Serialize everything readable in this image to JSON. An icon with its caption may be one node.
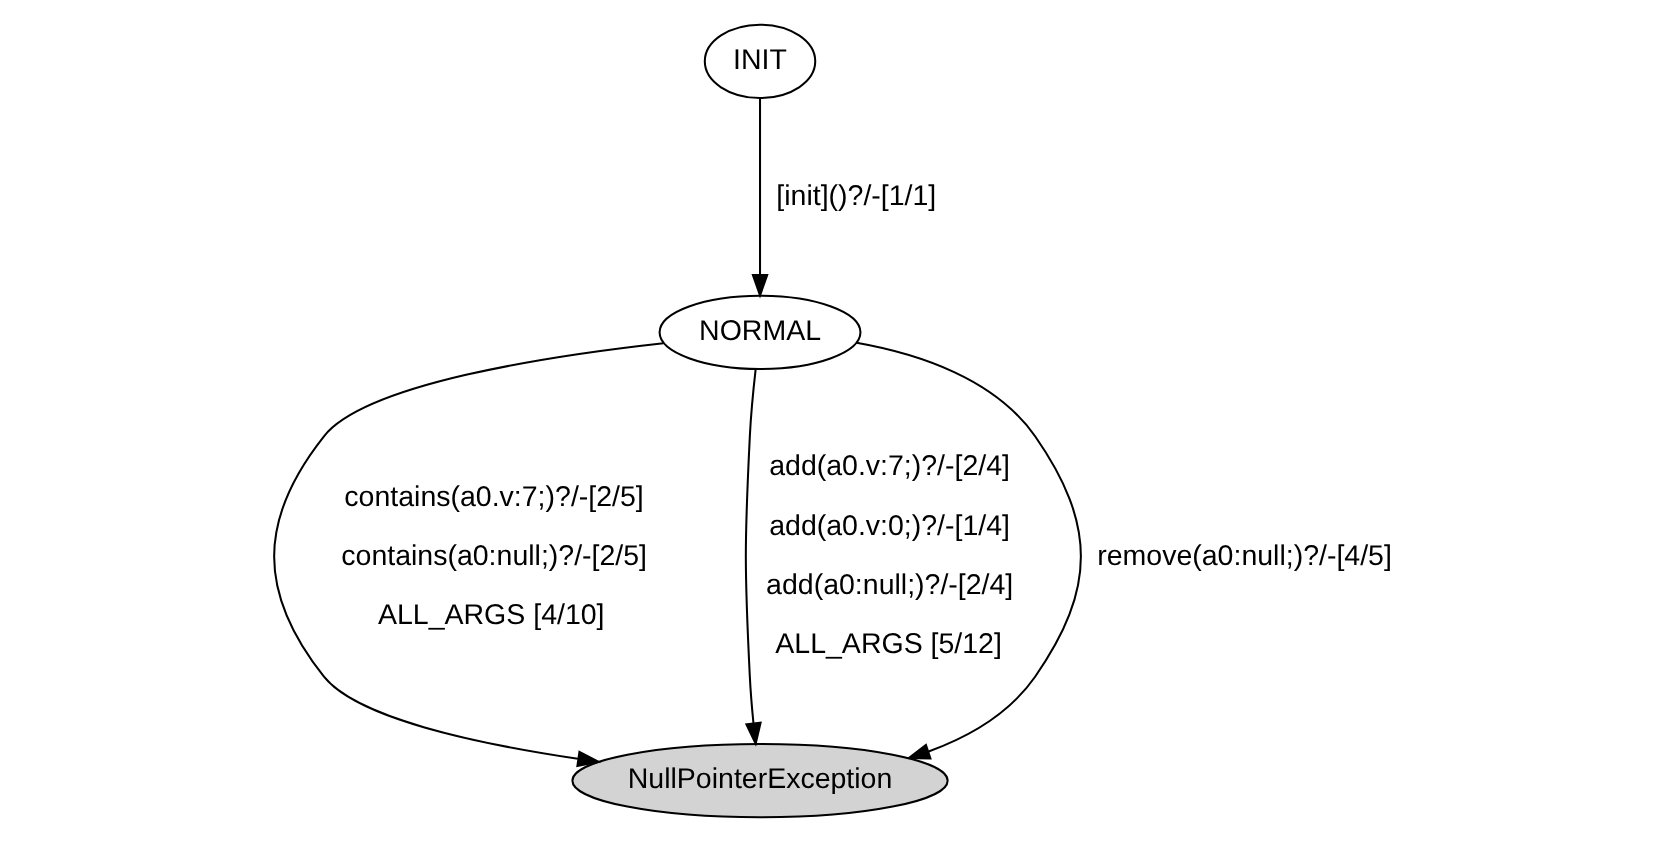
{
  "diagram": {
    "nodes": [
      {
        "text": [
          "INIT"
        ]
      },
      {
        "text": [
          "NORMAL"
        ]
      },
      {
        "text": [
          "NullPointerException"
        ]
      }
    ],
    "edges": [
      {
        "from": 0,
        "to": 1,
        "arrow": "to",
        "label": "[init]()?/-[1/1]"
      },
      {
        "from": 1,
        "to": 2,
        "arrow": "to",
        "label": "contains(a0.v:7;)?/-[2/5] contains(a0:null;)?/-[2/5] ALL_ARGS [4/10]"
      },
      {
        "from": 1,
        "to": 2,
        "arrow": "to",
        "label": "add(a0.v:7;)?/-[2/4] add(a0.v:0;)?/-[1/4] add(a0:null;)?/-[2/4] ALL_ARGS [5/12]"
      },
      {
        "from": 1,
        "to": 2,
        "arrow": "to",
        "label": "remove(a0:null;)?/-[4/5]"
      }
    ]
  }
}
